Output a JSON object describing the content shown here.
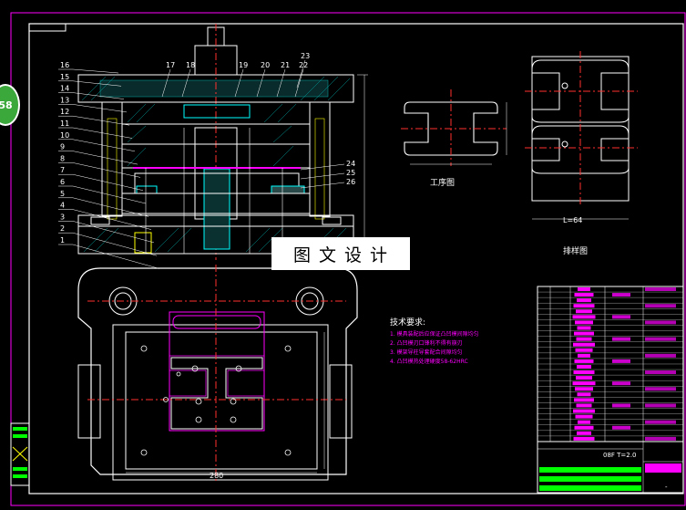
{
  "badge": "58",
  "watermark": "图文设计",
  "part_numbers_left": [
    "16",
    "15",
    "14",
    "13",
    "12",
    "11",
    "10",
    "9",
    "8",
    "7",
    "6",
    "5",
    "4",
    "3",
    "2",
    "1"
  ],
  "part_numbers_top": [
    "17",
    "18",
    "19",
    "20",
    "21",
    "22",
    "23"
  ],
  "part_numbers_right": [
    "24",
    "25",
    "26"
  ],
  "view_captions": {
    "workpiece": "工序图",
    "layout": "排样图"
  },
  "tech_requirements": {
    "title": "技术要求:",
    "items": [
      "1. 模具装配后应保证凸凹模间隙均匀",
      "2. 凸凹模刃口锋利不得有崩刃",
      "3. 模架导柱导套配合间隙均匀",
      "4. 凸凹模热处理硬度58-62HRC"
    ]
  },
  "dimensions": {
    "base_width": "280",
    "layout_width": "L=64"
  },
  "title_block": {
    "material": "08F  T=2.0",
    "stamp": "-"
  }
}
